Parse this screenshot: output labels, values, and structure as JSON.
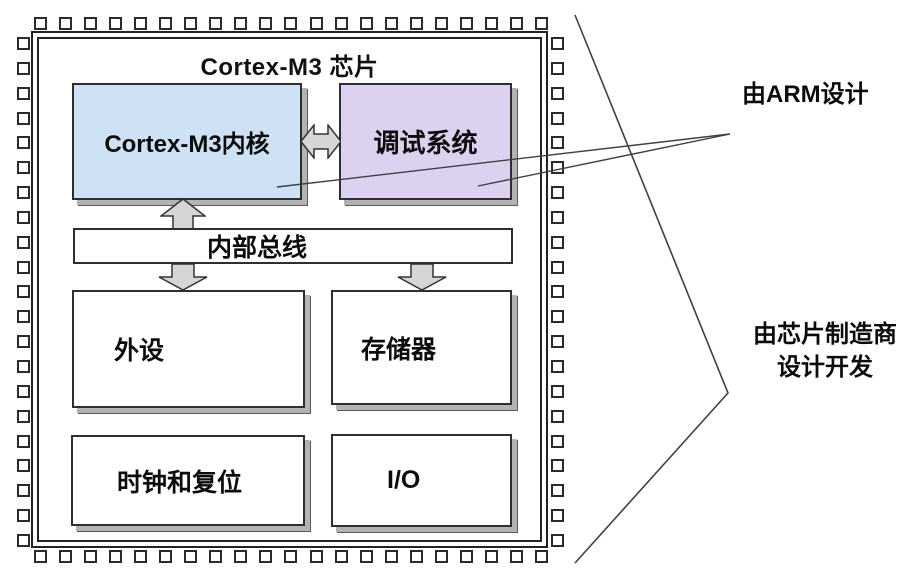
{
  "chip": {
    "title": "Cortex-M3 芯片",
    "pin_count_top": 21,
    "pin_count_bottom": 21,
    "pin_count_left": 21,
    "pin_count_right": 21,
    "blocks": {
      "core": {
        "label": "Cortex-M3内核",
        "fill": "#cee1f5"
      },
      "debug": {
        "label": "调试系统",
        "fill": "#dcd2f0"
      },
      "bus": {
        "label": "内部总线",
        "fill": "#ffffff"
      },
      "peripherals": {
        "label": "外设",
        "fill": "#ffffff"
      },
      "memory": {
        "label": "存储器",
        "fill": "#ffffff"
      },
      "clock_reset": {
        "label": "时钟和复位",
        "fill": "#ffffff"
      },
      "io": {
        "label": "I/O",
        "fill": "#ffffff"
      }
    }
  },
  "annotations": {
    "arm_designed": {
      "label": "由ARM设计"
    },
    "manufacturer_designed": {
      "line1": "由芯片制造商",
      "line2": "设计开发"
    }
  },
  "colors": {
    "arrow_fill": "#d6d6d6",
    "arrow_stroke": "#333333",
    "line_stroke": "#404040",
    "pin_border": "#2b2b2b",
    "box_border": "#2e2e2e"
  }
}
